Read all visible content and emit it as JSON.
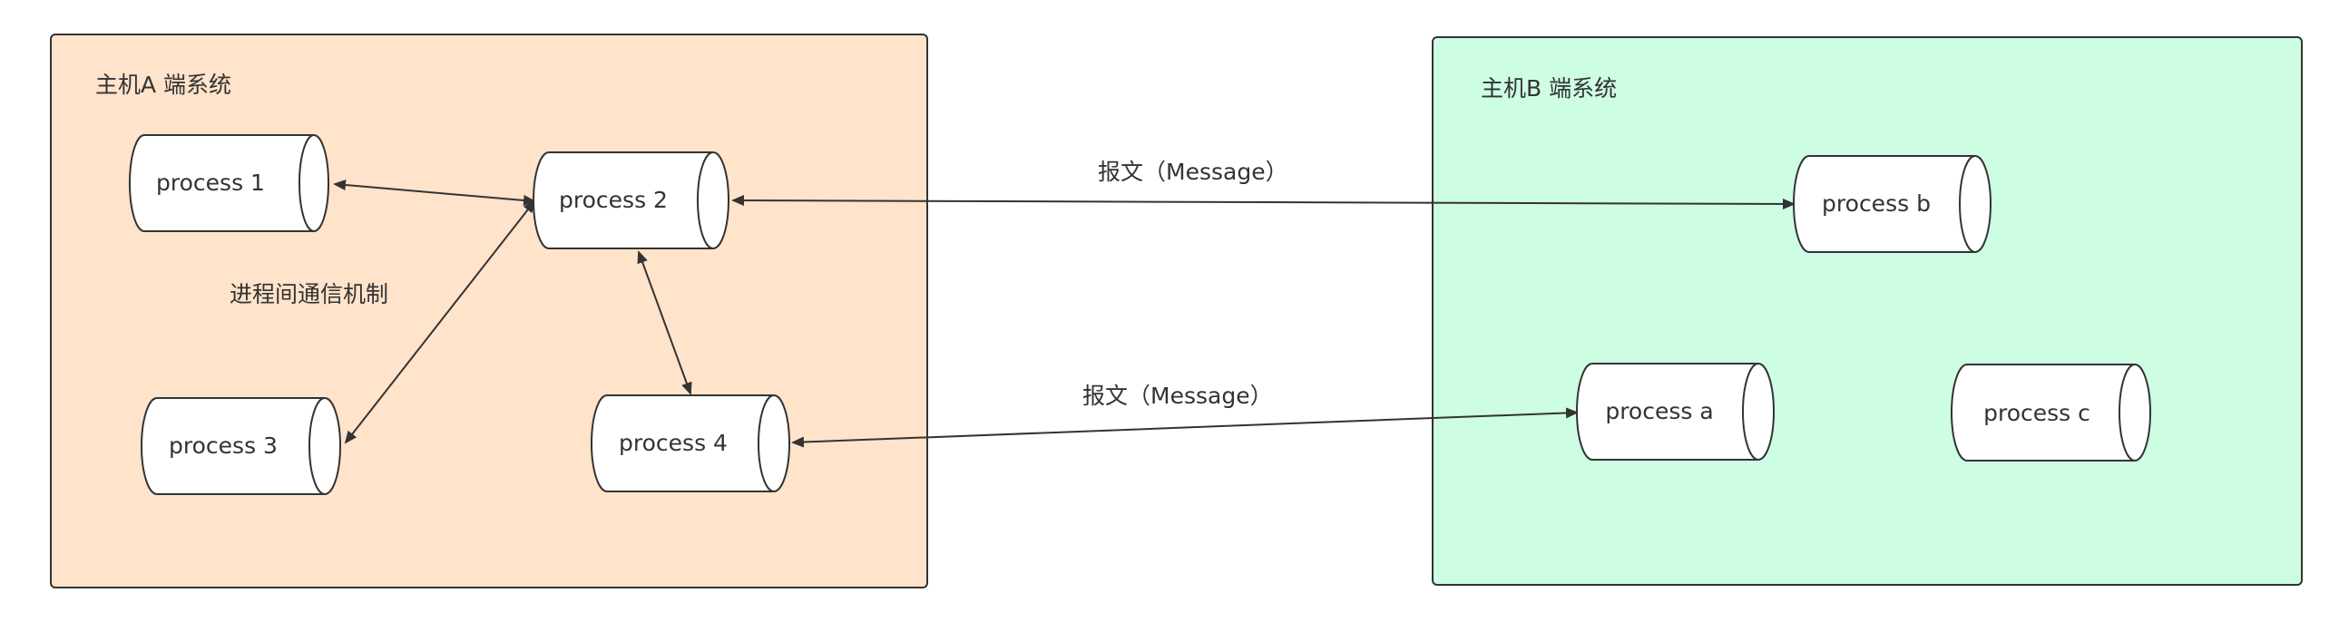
{
  "hosts": [
    {
      "id": "A",
      "label": "主机A 端系统",
      "fill": "#ffe3cb"
    },
    {
      "id": "B",
      "label": "主机B 端系统",
      "fill": "#cdfde3"
    }
  ],
  "processes": [
    {
      "id": "p1",
      "label": "process 1",
      "host": "A"
    },
    {
      "id": "p2",
      "label": "process 2",
      "host": "A"
    },
    {
      "id": "p3",
      "label": "process 3",
      "host": "A"
    },
    {
      "id": "p4",
      "label": "process 4",
      "host": "A"
    },
    {
      "id": "pb",
      "label": "process b",
      "host": "B"
    },
    {
      "id": "pa",
      "label": "process a",
      "host": "B"
    },
    {
      "id": "pc",
      "label": "process c",
      "host": "B"
    }
  ],
  "labels": {
    "ipc": "进程间通信机制",
    "message_top": "报文（Message）",
    "message_bottom": "报文（Message）"
  },
  "edges": [
    {
      "from": "p1",
      "to": "p2",
      "type": "bidirectional"
    },
    {
      "from": "p2",
      "to": "p3",
      "type": "bidirectional"
    },
    {
      "from": "p2",
      "to": "p4",
      "type": "bidirectional"
    },
    {
      "from": "p2",
      "to": "pb",
      "type": "bidirectional"
    },
    {
      "from": "p4",
      "to": "pa",
      "type": "bidirectional"
    }
  ],
  "colors": {
    "stroke": "#333333",
    "text": "#333333"
  }
}
